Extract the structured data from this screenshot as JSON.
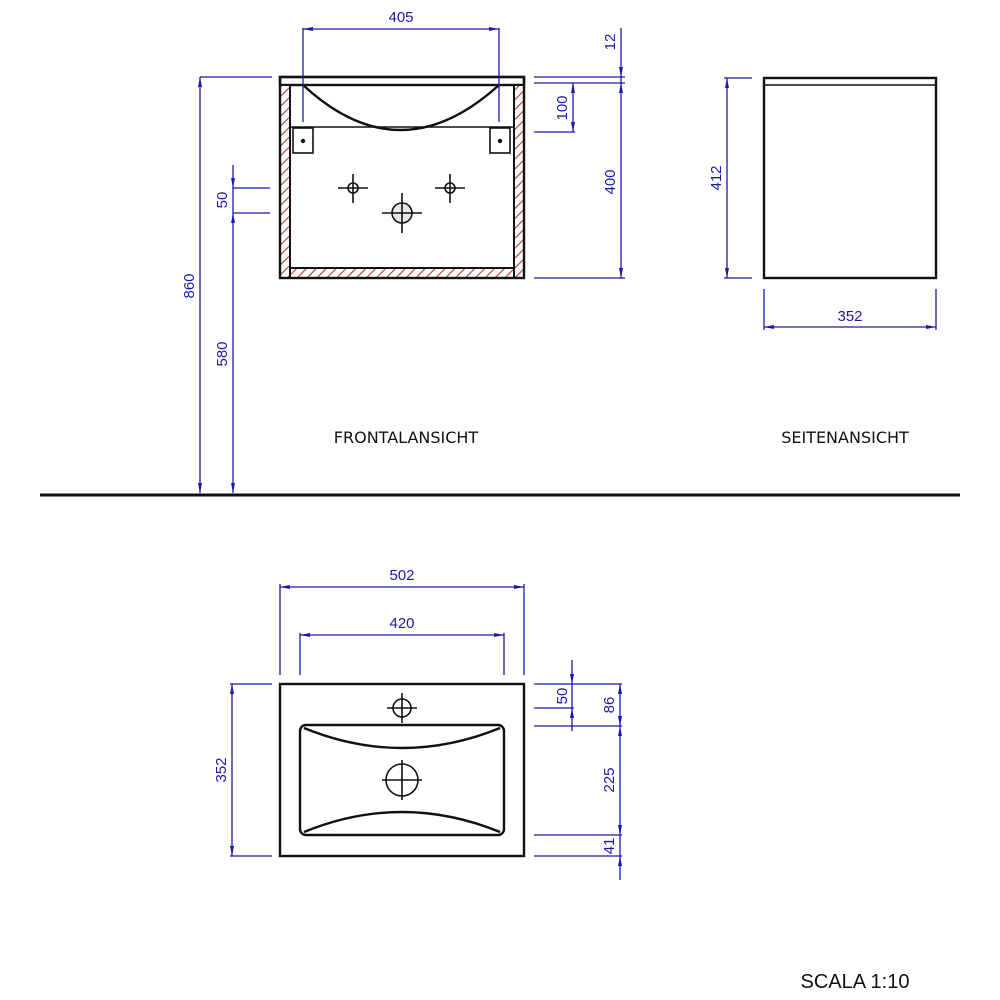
{
  "views": {
    "front": {
      "label": "FRONTALANSICHT",
      "dimensions": {
        "basin_width": "405",
        "top_thickness": "12",
        "basin_depth": "100",
        "cabinet_height": "400",
        "total_height": "860",
        "pipe_spacing": "50",
        "floor_to_pipe": "580"
      }
    },
    "side": {
      "label": "SEITENANSICHT",
      "dimensions": {
        "height": "412",
        "depth": "352"
      }
    },
    "top": {
      "dimensions": {
        "overall_width": "502",
        "inner_width": "420",
        "overall_depth": "352",
        "tap_hole_offset": "50",
        "back_to_bowl": "86",
        "bowl_depth": "225",
        "front_margin": "41"
      }
    }
  },
  "scale_label": "SCALA 1:10",
  "colors": {
    "dimension": "#1a1aa6",
    "outline": "#111111",
    "hatch": "#b03a2e"
  }
}
